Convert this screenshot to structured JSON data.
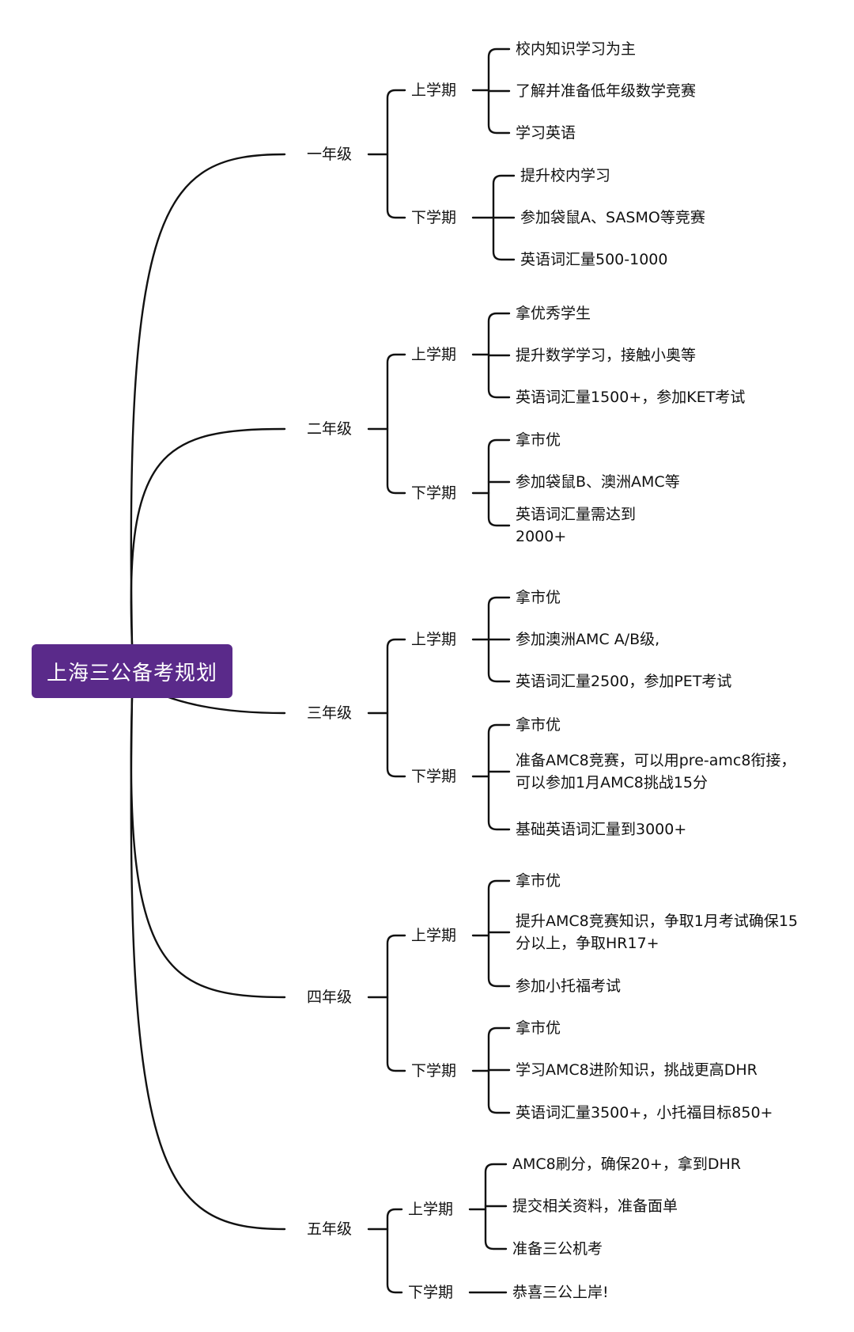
{
  "root": {
    "label": "上海三公备考规划",
    "color": "#5a2a8a"
  },
  "grades": [
    {
      "label": "一年级",
      "terms": [
        {
          "label": "上学期",
          "items": [
            "校内知识学习为主",
            "了解并准备低年级数学竞赛",
            "学习英语"
          ]
        },
        {
          "label": "下学期",
          "items": [
            "提升校内学习",
            "参加袋鼠A、SASMO等竞赛",
            "英语词汇量500-1000"
          ]
        }
      ]
    },
    {
      "label": "二年级",
      "terms": [
        {
          "label": "上学期",
          "items": [
            "拿优秀学生",
            "提升数学学习，接触小奥等",
            "英语词汇量1500+，参加KET考试"
          ]
        },
        {
          "label": "下学期",
          "items": [
            "拿市优",
            "参加袋鼠B、澳洲AMC等",
            "英语词汇量需达到\n2000+"
          ]
        }
      ]
    },
    {
      "label": "三年级",
      "terms": [
        {
          "label": "上学期",
          "items": [
            "拿市优",
            "参加澳洲AMC A/B级,",
            "英语词汇量2500，参加PET考试"
          ]
        },
        {
          "label": "下学期",
          "items": [
            "拿市优",
            "准备AMC8竞赛，可以用pre-amc8衔接，\n可以参加1月AMC8挑战15分",
            "基础英语词汇量到3000+"
          ]
        }
      ]
    },
    {
      "label": "四年级",
      "terms": [
        {
          "label": "上学期",
          "items": [
            "拿市优",
            "提升AMC8竞赛知识，争取1月考试确保15\n分以上，争取HR17+",
            "参加小托福考试"
          ]
        },
        {
          "label": "下学期",
          "items": [
            "拿市优",
            "学习AMC8进阶知识，挑战更高DHR",
            "英语词汇量3500+，小托福目标850+"
          ]
        }
      ]
    },
    {
      "label": "五年级",
      "terms": [
        {
          "label": "上学期",
          "items": [
            "AMC8刷分，确保20+，拿到DHR",
            "提交相关资料，准备面单",
            "准备三公机考"
          ]
        },
        {
          "label": "下学期",
          "items": [
            "恭喜三公上岸!"
          ]
        }
      ]
    }
  ]
}
